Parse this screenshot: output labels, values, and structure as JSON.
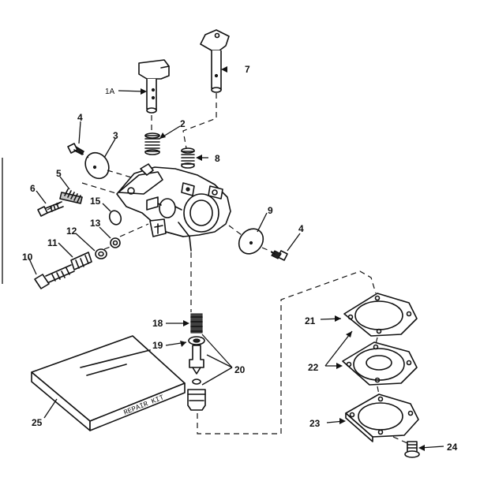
{
  "diagram": {
    "callouts": [
      {
        "id": "1a",
        "text": "1A"
      },
      {
        "id": "2",
        "text": "2"
      },
      {
        "id": "3",
        "text": "3"
      },
      {
        "id": "4a",
        "text": "4"
      },
      {
        "id": "4b",
        "text": "4"
      },
      {
        "id": "5",
        "text": "5"
      },
      {
        "id": "6",
        "text": "6"
      },
      {
        "id": "7",
        "text": "7"
      },
      {
        "id": "8",
        "text": "8"
      },
      {
        "id": "9",
        "text": "9"
      },
      {
        "id": "10",
        "text": "10"
      },
      {
        "id": "11",
        "text": "11"
      },
      {
        "id": "12",
        "text": "12"
      },
      {
        "id": "13",
        "text": "13"
      },
      {
        "id": "15",
        "text": "15"
      },
      {
        "id": "18",
        "text": "18"
      },
      {
        "id": "19",
        "text": "19"
      },
      {
        "id": "20",
        "text": "20"
      },
      {
        "id": "21",
        "text": "21"
      },
      {
        "id": "22",
        "text": "22"
      },
      {
        "id": "23",
        "text": "23"
      },
      {
        "id": "24",
        "text": "24"
      },
      {
        "id": "25",
        "text": "25"
      }
    ],
    "repair_kit_label": "REPAIR KIT"
  }
}
